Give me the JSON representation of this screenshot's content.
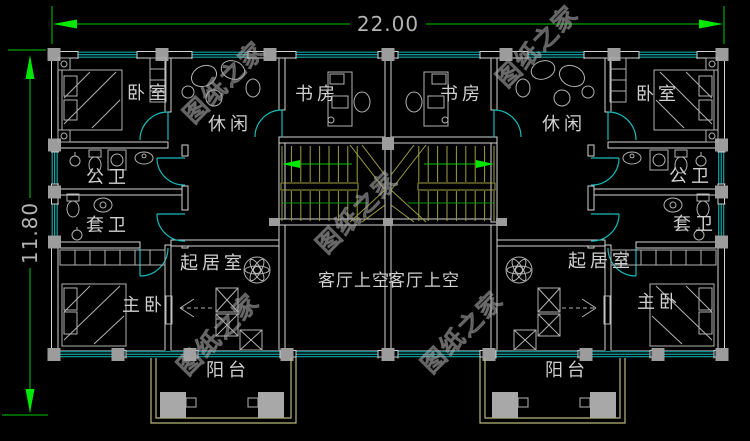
{
  "drawing": {
    "dimensions": {
      "width": "22.00",
      "height": "11.80"
    },
    "watermark": "图纸之家",
    "rooms": {
      "bedroom": "卧室",
      "study": "书房",
      "leisure": "休闲",
      "public_bathroom": "公卫",
      "ensuite_bathroom": "套卫",
      "master_bedroom": "主卧",
      "living_room": "起居室",
      "living_room_void": "客厅上空",
      "balcony": "阳台"
    },
    "colors": {
      "background": "#000000",
      "dimension_line": "#00c800",
      "dimension_arrow": "#00e800",
      "wall": "#d4d4d4",
      "column": "#9c9c9c",
      "window": "#0fa3a3",
      "door": "#17b9b9",
      "stair": "#9f9f3f",
      "balcony_rail": "#b8b878",
      "label_text": "#d0d0d0",
      "dimension_text": "#b4b4b4",
      "watermark_text": "#8a8a8a"
    }
  }
}
